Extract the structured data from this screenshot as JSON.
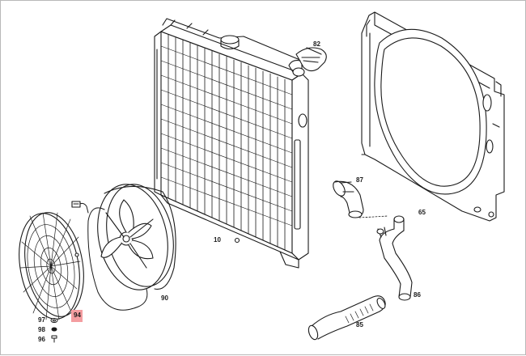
{
  "parts": [
    {
      "id": "radiator",
      "number": "10"
    },
    {
      "id": "fan-shroud",
      "number": "65"
    },
    {
      "id": "radiator-cap-hose",
      "number": "82"
    },
    {
      "id": "lower-hose",
      "number": "85"
    },
    {
      "id": "return-pipe",
      "number": "86"
    },
    {
      "id": "upper-hose",
      "number": "87"
    },
    {
      "id": "electric-fan",
      "number": "90"
    },
    {
      "id": "fan-guard",
      "number": "94",
      "highlighted": true
    },
    {
      "id": "washer-97",
      "number": "97"
    },
    {
      "id": "washer-98",
      "number": "98"
    },
    {
      "id": "screw-96",
      "number": "96"
    }
  ],
  "colors": {
    "line": "#1a1a1a",
    "highlight": "#f49da0",
    "background": "#ffffff"
  }
}
